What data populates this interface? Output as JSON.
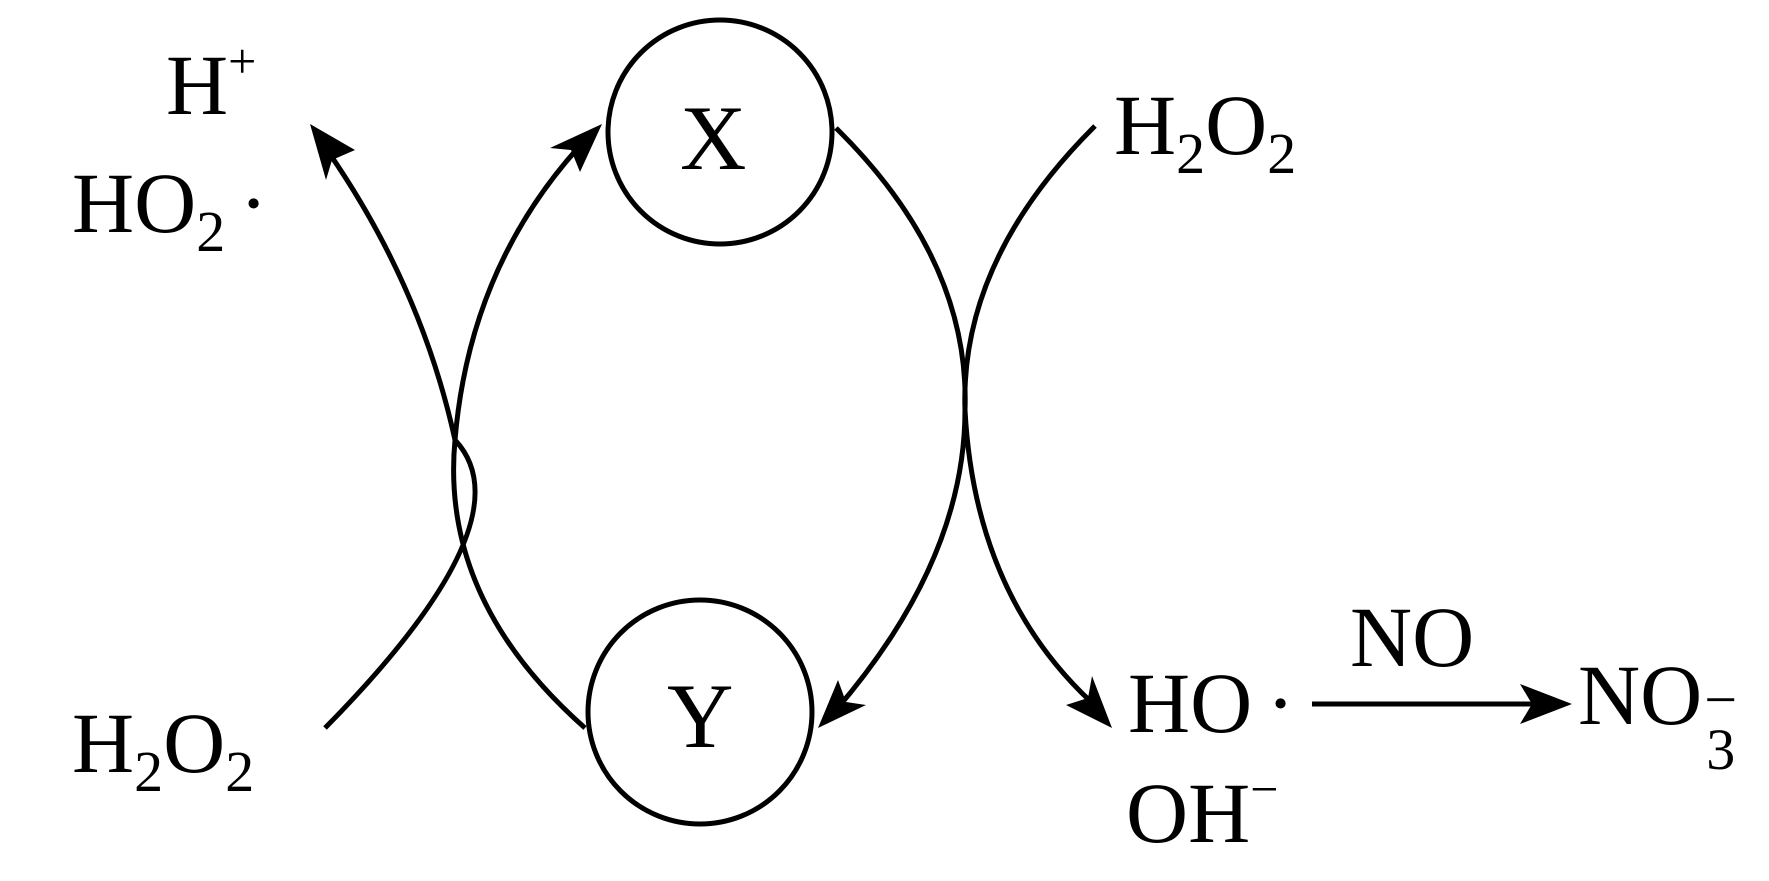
{
  "nodes": {
    "x": {
      "label": "X"
    },
    "y": {
      "label": "Y"
    }
  },
  "species": {
    "h2o2_left": {
      "base1": "H",
      "sub1": "2",
      "base2": "O",
      "sub2": "2"
    },
    "h2o2_right": {
      "base1": "H",
      "sub1": "2",
      "base2": "O",
      "sub2": "2"
    },
    "h_plus": {
      "base": "H",
      "sup": "+"
    },
    "ho2_radical": {
      "base": "HO",
      "sub": "2",
      "dot": "·"
    },
    "ho_radical": {
      "base": "HO",
      "dot": "·"
    },
    "oh_minus": {
      "base": "OH",
      "sup": "−"
    },
    "no": {
      "text": "NO"
    },
    "no3_minus": {
      "base": "NO",
      "sub": "3",
      "sup": "−"
    }
  },
  "colors": {
    "stroke": "#000000",
    "background": "#ffffff"
  }
}
